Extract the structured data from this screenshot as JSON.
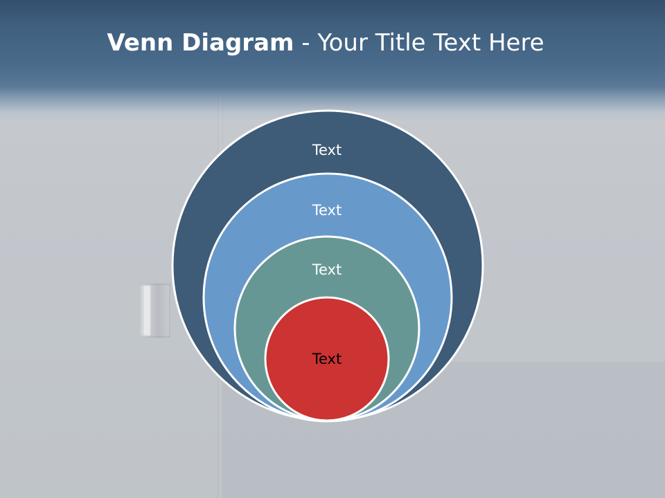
{
  "slide": {
    "title_bold": "Venn Diagram",
    "title_rest": " - Your Title Text Here"
  },
  "diagram": {
    "circles": [
      {
        "label": "Text",
        "fill": "#3e5b77",
        "text_color": "#ffffff"
      },
      {
        "label": "Text",
        "fill": "#6899cb",
        "text_color": "#ffffff"
      },
      {
        "label": "Text",
        "fill": "#679794",
        "text_color": "#ffffff"
      },
      {
        "label": "Text",
        "fill": "#cc3333",
        "text_color": "#000000"
      }
    ]
  },
  "colors": {
    "header": "#40607f",
    "background": "#c5c9cd",
    "circle_stroke": "#ffffff"
  }
}
